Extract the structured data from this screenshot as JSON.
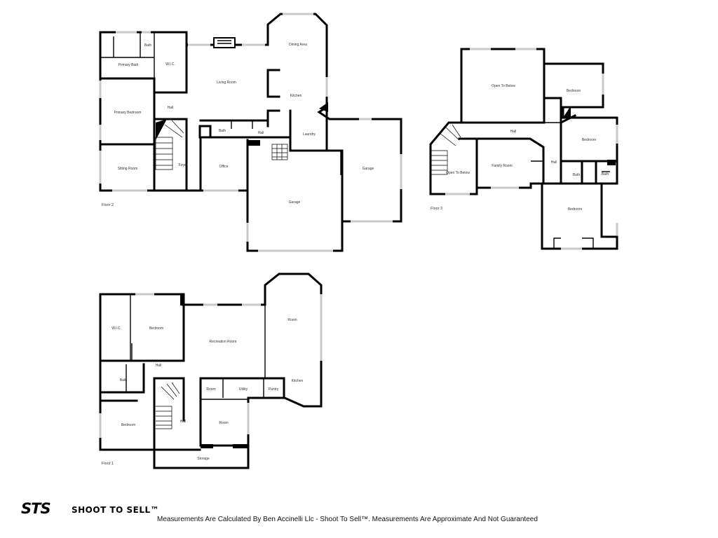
{
  "floor_plans": [
    {
      "floor_label": "Floor 2",
      "rooms": [
        "Bath",
        "Primary Bath",
        "W.I.C.",
        "Living Room",
        "Dining Area",
        "Kitchen",
        "Hall",
        "Primary Bedroom",
        "Bath",
        "Hall",
        "Laundry",
        "Sitting Room",
        "Foyer",
        "Office",
        "Garage",
        "Garage"
      ]
    },
    {
      "floor_label": "Floor 3",
      "rooms": [
        "Open To Below",
        "Bedroom",
        "Hall",
        "Bedroom",
        "Open To Below",
        "Family Room",
        "Hall",
        "Bath",
        "Bath",
        "Bedroom"
      ]
    },
    {
      "floor_label": "Floor 1",
      "rooms": [
        "W.I.C.",
        "Bedroom",
        "Recreation Room",
        "Room",
        "Hall",
        "Bath",
        "Room",
        "Utility",
        "Pantry",
        "Kitchen",
        "Bedroom",
        "Hall",
        "Room",
        "Storage"
      ]
    }
  ],
  "branding": {
    "logo_mark": "STS",
    "logo_text": "SHOOT TO SELL™"
  },
  "disclaimer": "Measurements Are Calculated By Ben Accinelli Llc - Shoot To Sell™. Measurements Are Approximate And Not Guaranteed",
  "colors": {
    "walls": "#000000",
    "windows": "#c9c9c9",
    "background": "#ffffff"
  }
}
